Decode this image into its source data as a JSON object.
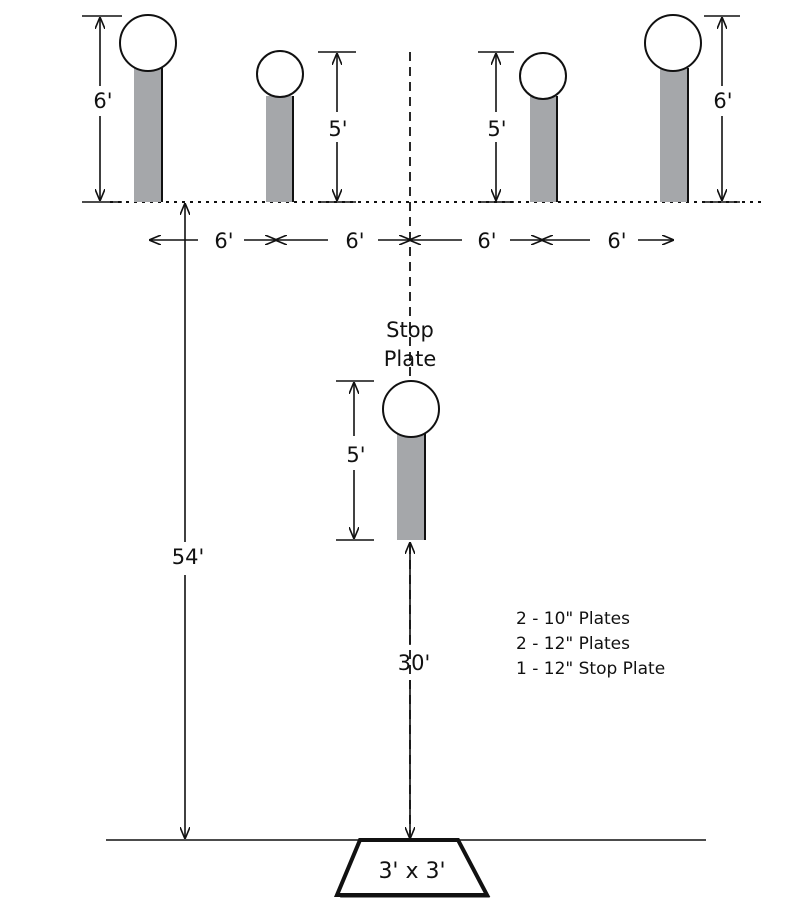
{
  "targets": {
    "left_outer": {
      "height": "6'",
      "plate": "12\""
    },
    "left_inner": {
      "height": "5'",
      "plate": "10\""
    },
    "right_inner": {
      "height": "5'",
      "plate": "10\""
    },
    "right_outer": {
      "height": "6'",
      "plate": "12\""
    }
  },
  "spacing": [
    "6'",
    "6'",
    "6'",
    "6'"
  ],
  "stop_plate": {
    "title_line1": "Stop",
    "title_line2": "Plate",
    "height": "5'"
  },
  "distances": {
    "to_target_line": "54'",
    "to_stop_plate": "30'"
  },
  "shooting_box": {
    "label": "3' x 3'"
  },
  "notes": [
    "2 - 10\" Plates",
    "2 - 12\" Plates",
    "1 - 12\" Stop Plate"
  ]
}
